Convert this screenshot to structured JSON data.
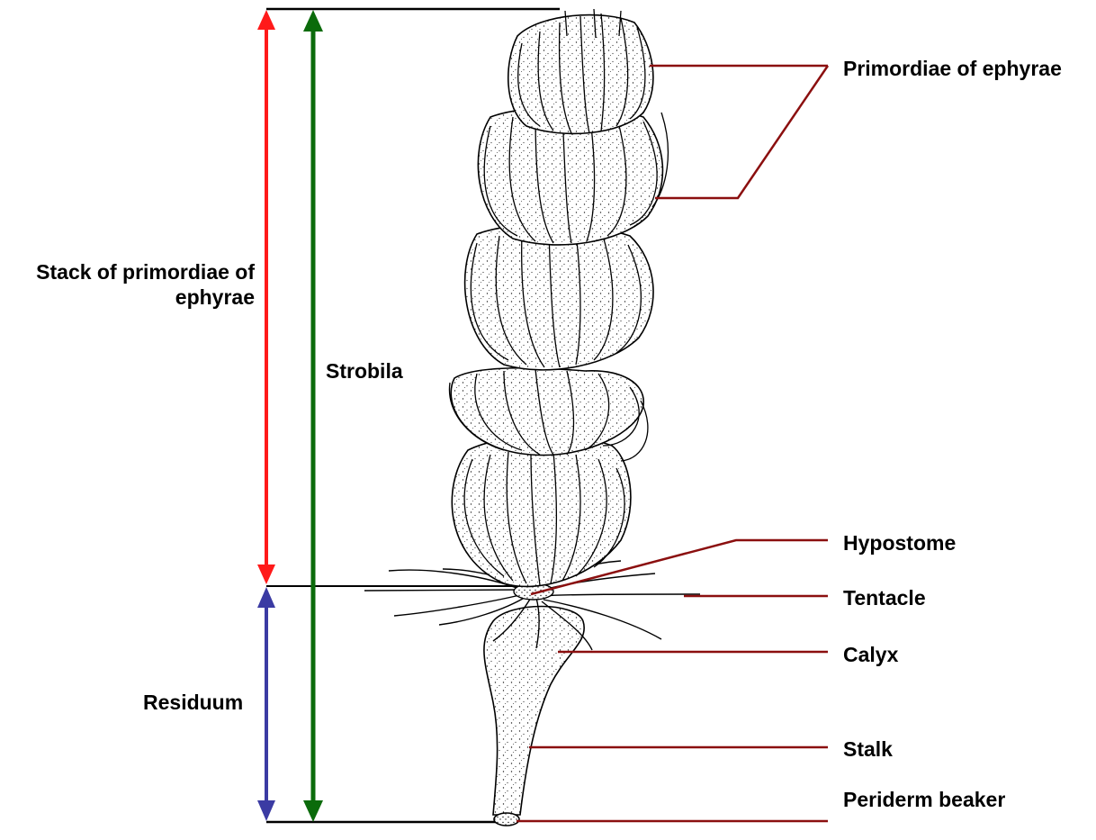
{
  "labels": {
    "stack": [
      "Stack of primordiae of",
      "ephyrae"
    ],
    "strobila": "Strobila",
    "residuum": "Residuum",
    "primordiae": "Primordiae of ephyrae",
    "hypostome": "Hypostome",
    "tentacle": "Tentacle",
    "calyx": "Calyx",
    "stalk": "Stalk",
    "periderm": "Periderm beaker"
  },
  "colors": {
    "stack_arrow": "#ff1a1a",
    "strobila_arrow": "#0b6b0b",
    "residuum_arrow": "#3b3ba3",
    "leader_lines": "#8b0f0f",
    "guide_lines": "#000000"
  }
}
